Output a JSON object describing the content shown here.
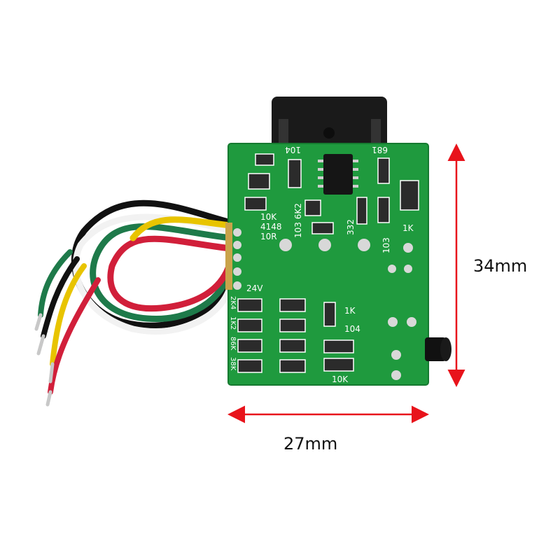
{
  "dimensions": {
    "width_label": "27mm",
    "height_label": "34mm",
    "arrow_color": "#e8131b"
  },
  "board": {
    "color": "#1f9a3e",
    "silkscreen": {
      "top_104": "104",
      "top_681": "681",
      "r_10k": "10K",
      "d_4148": "4148",
      "r_10r": "10R",
      "r_103_6k2": "103 6K2",
      "c_332": "332",
      "c_103": "103",
      "r_1k_right": "1K",
      "v_24v": "24V",
      "side_2k4": "2K4",
      "side_1k2": "1K2",
      "side_86k": "86K",
      "side_38k": "38K",
      "r_1k_mid": "1K",
      "c_104_mid": "104",
      "r_10k_bottom": "10K"
    },
    "wire_colors": [
      "#e8c400",
      "#111111",
      "#f2f2f2",
      "#1e7a4a",
      "#d11f3a"
    ]
  }
}
